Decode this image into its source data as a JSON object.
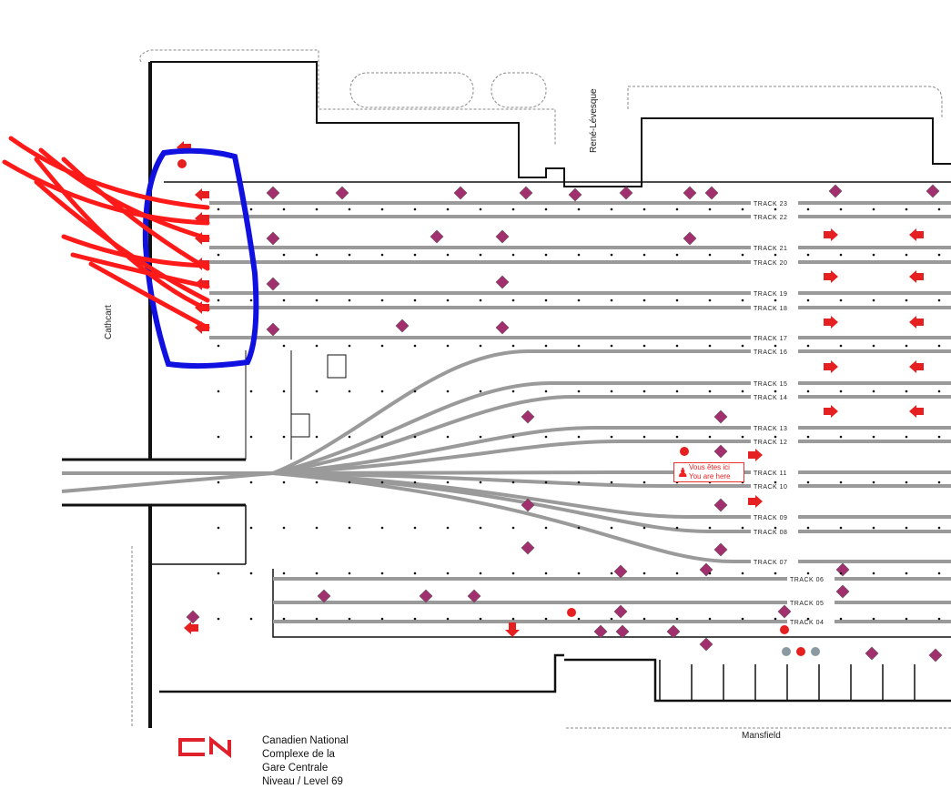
{
  "map": {
    "title_lines": [
      "Canadien National",
      "Complexe de la",
      "Gare Centrale",
      "Niveau / Level  69"
    ],
    "logo_text": "CN",
    "streets": {
      "top": "René-Lévesque",
      "left": "Cathcart",
      "bottom": "Mansfield"
    },
    "you_are_here": {
      "fr": "Vous êtes ici",
      "en": "You are here",
      "icon": "person-icon"
    },
    "tracks": [
      "TRACK 23",
      "TRACK 22",
      "TRACK 21",
      "TRACK 20",
      "TRACK 19",
      "TRACK 18",
      "TRACK 17",
      "TRACK 16",
      "TRACK 15",
      "TRACK 14",
      "TRACK 13",
      "TRACK 12",
      "TRACK 11",
      "TRACK 10",
      "TRACK 09",
      "TRACK 08",
      "TRACK 07",
      "TRACK 06",
      "TRACK 05",
      "TRACK 04"
    ],
    "colors": {
      "track": "#9a9a9a",
      "wall": "#111111",
      "diamond": "#a3306e",
      "arrow": "#e62020",
      "annotation_red": "#ff1a1a",
      "annotation_blue": "#1010e0",
      "logo": "#e0202a"
    }
  }
}
